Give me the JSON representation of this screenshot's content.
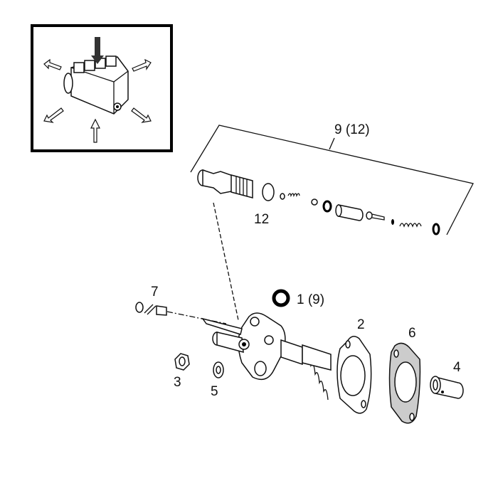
{
  "diagram": {
    "type": "exploded parts diagram",
    "labels": {
      "assembly": "9 (12)",
      "seal_kit": "12",
      "bleed_screw": "7",
      "o_ring": "1 (9)",
      "gasket": "2",
      "gasket_textured": "6",
      "sleeve": "4",
      "nut": "3",
      "washer": "5"
    }
  }
}
